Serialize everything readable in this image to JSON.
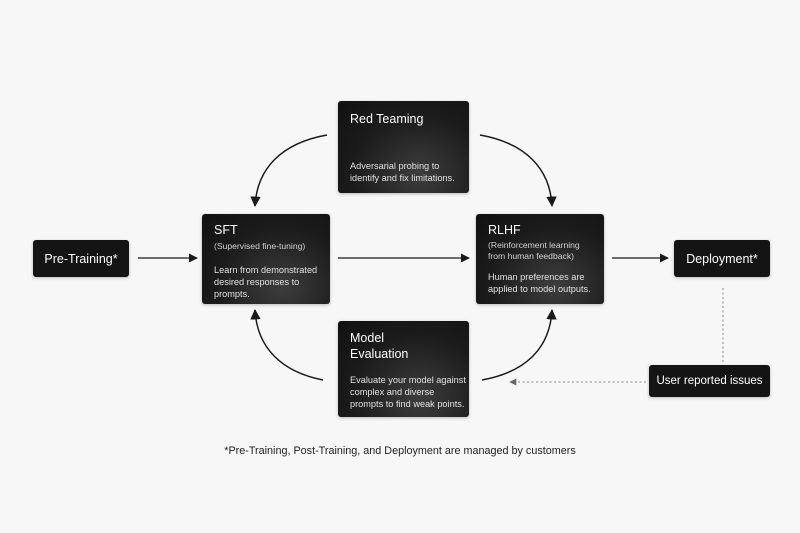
{
  "nodes": {
    "pretraining": {
      "label": "Pre-Training*"
    },
    "sft": {
      "title": "SFT",
      "subtitle": "(Supervised fine-tuning)",
      "description": "Learn from demonstrated desired responses to prompts."
    },
    "rlhf": {
      "title": "RLHF",
      "subtitle": "(Reinforcement learning from human feedback)",
      "description": "Human preferences are applied to model outputs."
    },
    "red_teaming": {
      "title": "Red Teaming",
      "description": "Adversarial probing to identify and fix limitations."
    },
    "model_evaluation": {
      "title": "Model Evaluation",
      "description": "Evaluate your model against complex and diverse prompts to find weak points."
    },
    "deployment": {
      "label": "Deployment*"
    },
    "user_reported_issues": {
      "label": "User reported issues"
    }
  },
  "footnote": "*Pre-Training, Post-Training, and Deployment are managed by customers",
  "colors": {
    "background": "#f7f7f7",
    "node": "#141414",
    "arrow": "#1a1a1a",
    "dashed_connector": "#888888"
  }
}
